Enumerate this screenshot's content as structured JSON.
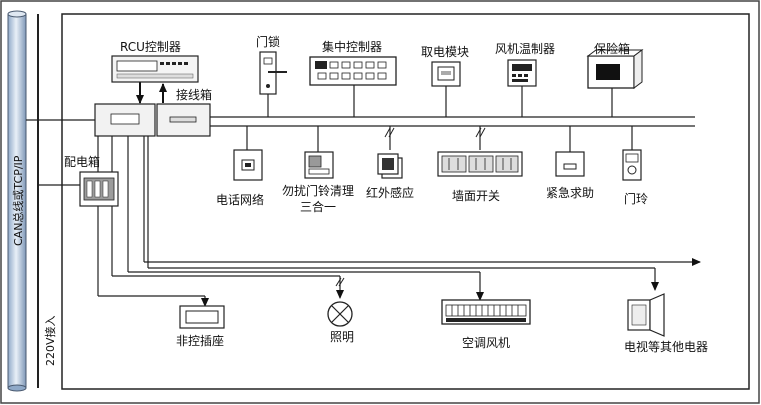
{
  "labels": {
    "can_bus": "CAN总线或TCP/IP",
    "power_in": "220V接入",
    "distribution_box": "配电箱",
    "rcu_controller": "RCU控制器",
    "junction_box": "接线箱",
    "door_lock": "门锁",
    "central_controller": "集中控制器",
    "power_card_module": "取电模块",
    "fan_thermostat": "风机温制器",
    "safe_box": "保险箱",
    "telephone_network": "电话网络",
    "dnd_doorbell_line1": "勿扰门铃清理",
    "dnd_doorbell_line2": "三合一",
    "infrared_sensor": "红外感应",
    "wall_switch": "墙面开关",
    "emergency_help": "紧急求助",
    "doorbell": "门玲",
    "non_control_socket": "非控插座",
    "lighting": "照明",
    "ac_fan": "空调风机",
    "tv_appliances": "电视等其他电器"
  }
}
